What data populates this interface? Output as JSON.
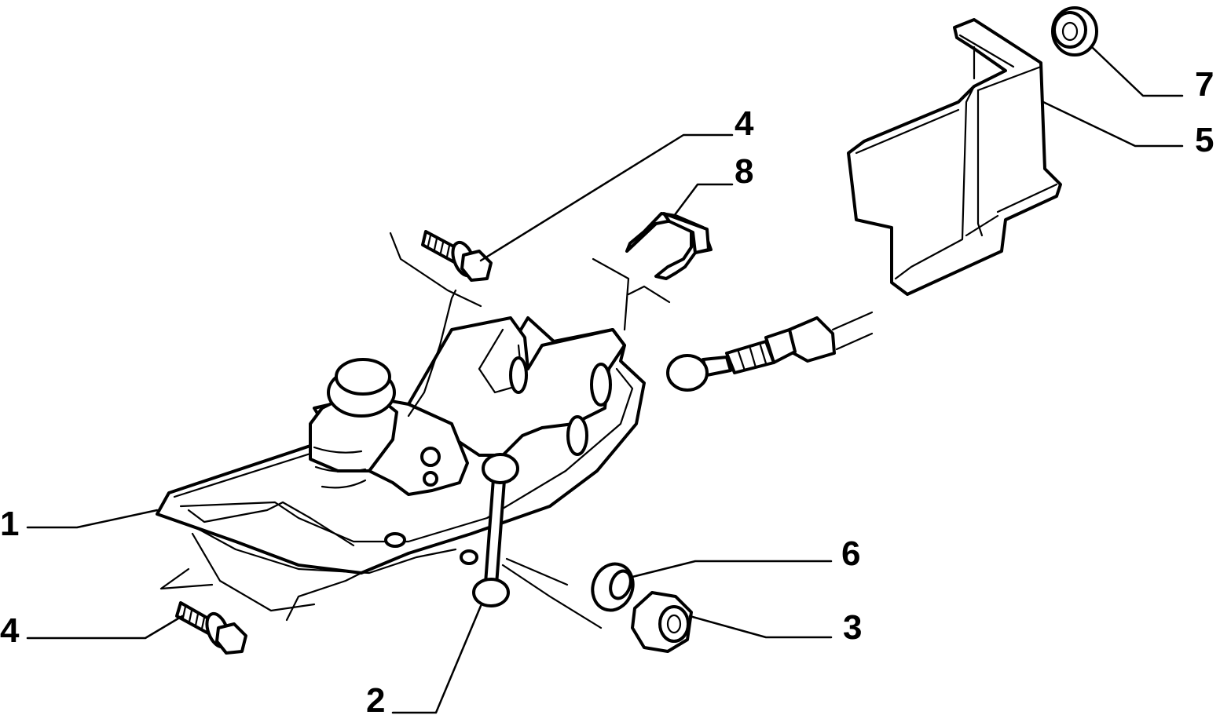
{
  "callouts": [
    {
      "id": "c1",
      "label": "1"
    },
    {
      "id": "c2",
      "label": "2"
    },
    {
      "id": "c3",
      "label": "3"
    },
    {
      "id": "c4a",
      "label": "4"
    },
    {
      "id": "c4b",
      "label": "4"
    },
    {
      "id": "c5",
      "label": "5"
    },
    {
      "id": "c6",
      "label": "6"
    },
    {
      "id": "c7",
      "label": "7"
    },
    {
      "id": "c8",
      "label": "8"
    }
  ],
  "colors": {
    "line": "#000000",
    "background": "#ffffff"
  }
}
